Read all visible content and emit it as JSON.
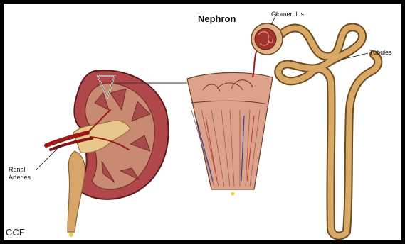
{
  "diagram": {
    "title": "Nephron",
    "labels": {
      "glomerulus": "Glomerulus",
      "tubules": "Tubules",
      "renal_line1": "Renal",
      "renal_line2": "Arteries"
    },
    "credit": "CCF"
  },
  "colors": {
    "kidney_cortex": "#b0484b",
    "kidney_medulla": "#c98a72",
    "vessel": "#9b1a18",
    "ureter": "#d7a56a",
    "tubule": "#d8a866",
    "tubule_outline": "#6f4a1f",
    "cross_section": "#dca38a",
    "vein_blue": "#2d48a3"
  }
}
